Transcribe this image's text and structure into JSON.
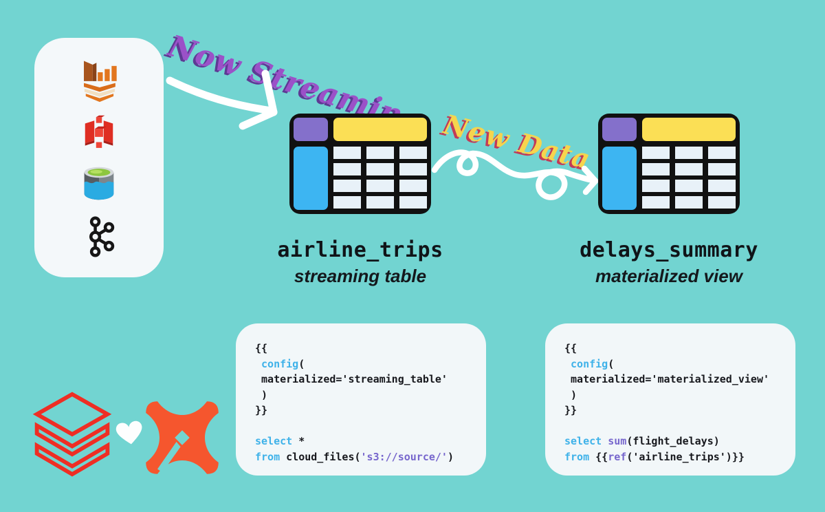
{
  "colors": {
    "background": "#72d4d1",
    "panel": "#f4f8fa",
    "table_border": "#111111",
    "table_header_yellow": "#fbdf55",
    "table_corner_purple": "#8470cb",
    "table_left_col_blue": "#3db5f2",
    "table_cell": "#e8f1f8",
    "script_purple": "#9b51c8",
    "script_purple_shadow": "#5e3a94",
    "script_yellow": "#f6d44d",
    "script_yellow_shadow": "#c23b57",
    "code_text": "#17181d",
    "code_keyword": "#3fb2e9",
    "code_purple": "#7767cd",
    "databricks_red": "#ee2e24",
    "dbt_orange": "#f5562e",
    "arrow_white": "#ffffff"
  },
  "sources_panel": {
    "icons": [
      {
        "name": "amazon-kinesis"
      },
      {
        "name": "aws-streaming-service"
      },
      {
        "name": "data-lake"
      },
      {
        "name": "apache-kafka"
      }
    ]
  },
  "annotations": {
    "now_streaming": "Now Streaming",
    "new_data": "New Data"
  },
  "nodes": [
    {
      "name": "airline_trips",
      "type_label": "streaming table"
    },
    {
      "name": "delays_summary",
      "type_label": "materialized view"
    }
  ],
  "code_cards": [
    {
      "text": "{{\n config(\n materialized='streaming_table'\n )\n}}\n\nselect *\nfrom cloud_files('s3://source/')",
      "lines": [
        [
          {
            "t": "{{",
            "c": "t"
          }
        ],
        [
          {
            "t": " ",
            "c": "t"
          },
          {
            "t": "config",
            "c": "k"
          },
          {
            "t": "(",
            "c": "t"
          }
        ],
        [
          {
            "t": " materialized='streaming_table'",
            "c": "t"
          }
        ],
        [
          {
            "t": " )",
            "c": "t"
          }
        ],
        [
          {
            "t": "}}",
            "c": "t"
          }
        ],
        [],
        [
          {
            "t": "select",
            "c": "k"
          },
          {
            "t": " *",
            "c": "t"
          }
        ],
        [
          {
            "t": "from",
            "c": "k"
          },
          {
            "t": " cloud_files(",
            "c": "t"
          },
          {
            "t": "'s3://source/'",
            "c": "s"
          },
          {
            "t": ")",
            "c": "t"
          }
        ]
      ]
    },
    {
      "text": "{{\n config(\n materialized='materialized_view'\n )\n}}\n\nselect sum(flight_delays)\nfrom {{ref('airline_trips')}}",
      "lines": [
        [
          {
            "t": "{{",
            "c": "t"
          }
        ],
        [
          {
            "t": " ",
            "c": "t"
          },
          {
            "t": "config",
            "c": "k"
          },
          {
            "t": "(",
            "c": "t"
          }
        ],
        [
          {
            "t": " materialized='materialized_view'",
            "c": "t"
          }
        ],
        [
          {
            "t": " )",
            "c": "t"
          }
        ],
        [
          {
            "t": "}}",
            "c": "t"
          }
        ],
        [],
        [
          {
            "t": "select",
            "c": "k"
          },
          {
            "t": " ",
            "c": "t"
          },
          {
            "t": "sum",
            "c": "s"
          },
          {
            "t": "(flight_delays)",
            "c": "t"
          }
        ],
        [
          {
            "t": "from",
            "c": "k"
          },
          {
            "t": " {{",
            "c": "t"
          },
          {
            "t": "ref",
            "c": "s"
          },
          {
            "t": "('airline_trips')}}",
            "c": "t"
          }
        ]
      ]
    }
  ],
  "footer_logos": [
    {
      "name": "databricks-logo"
    },
    {
      "name": "heart"
    },
    {
      "name": "dbt-logo"
    }
  ]
}
